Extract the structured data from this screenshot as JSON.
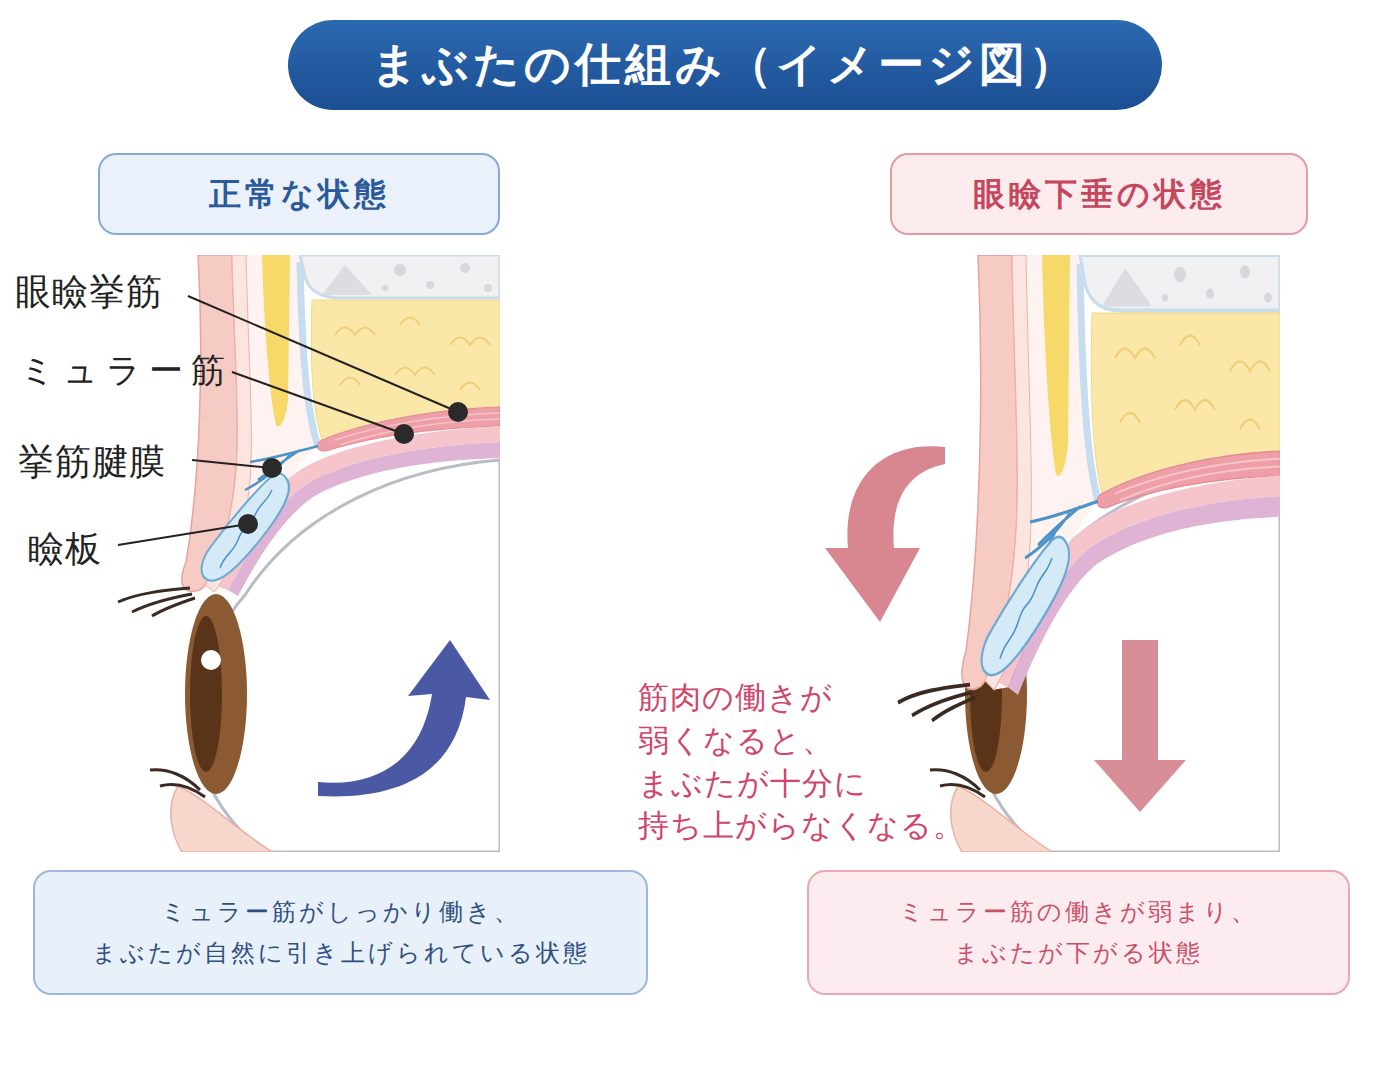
{
  "diagram": {
    "title": "まぶたの仕組み（イメージ図）",
    "nodes": [
      {
        "text": [
          "正常な状態"
        ]
      },
      {
        "text": [
          "眼瞼下垂の状態"
        ]
      },
      {
        "text": [
          "ミュラー筋がしっかり働き、 まぶたが自然に引き上げられている状態"
        ]
      },
      {
        "text": [
          "ミュラー筋の働きが弱まり、 まぶたが下がる状態"
        ]
      }
    ],
    "labels": [
      "眼瞼挙筋",
      "ミュラー筋",
      "挙筋腱膜",
      "瞼板",
      "筋肉の働きが 弱くなると、 まぶたが十分に 持ち上がらなくなる。"
    ]
  }
}
